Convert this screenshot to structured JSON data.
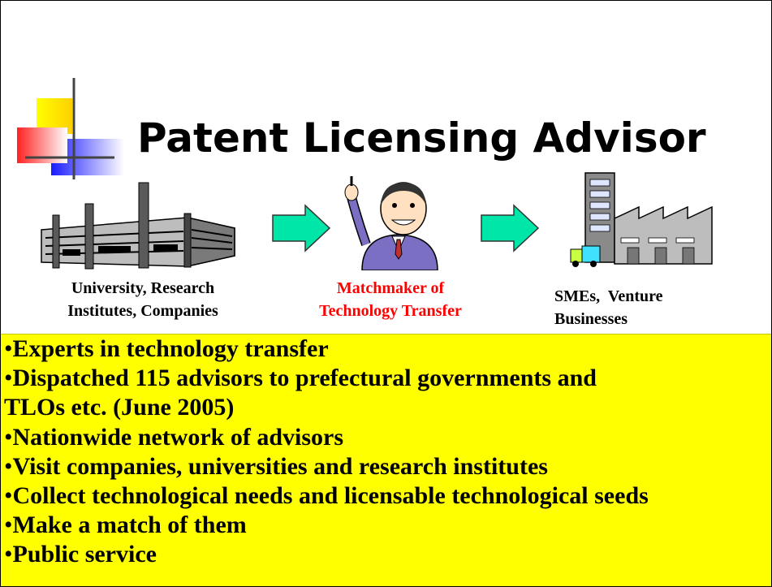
{
  "title": "Patent Licensing Advisor",
  "flow": {
    "source_label_1": "University, Research",
    "source_label_2": "Institutes, Companies",
    "middle_label_1": "Matchmaker of",
    "middle_label_2": "Technology Transfer",
    "target_label_1": "SMEs,  Venture",
    "target_label_2": "Businesses"
  },
  "bullet_char": "•",
  "bullets": [
    "Experts in technology transfer",
    "Dispatched 115 advisors to prefectural governments and",
    "TLOs etc. (June 2005)",
    "Nationwide network of advisors",
    "Visit companies, universities and research institutes",
    "Collect technological needs and licensable technological seeds",
    "Make a match of them",
    "Public service"
  ],
  "colors": {
    "highlight_box": "#ffff00",
    "arrow": "#00e6a8",
    "matchmaker_text": "#ff0000"
  }
}
